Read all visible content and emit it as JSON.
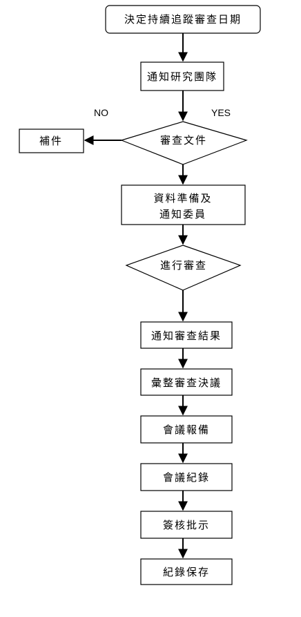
{
  "nodes": {
    "start": "決定持續追蹤審查日期",
    "notify_team": "通知研究團隊",
    "review_docs": "審查文件",
    "supplement": "補件",
    "prepare_line1": "資料準備及",
    "prepare_line2": "通知委員",
    "conduct_review": "進行審查",
    "notify_result": "通知審查結果",
    "compile_resolution": "彙整審查決議",
    "meeting_report": "會議報備",
    "meeting_minutes": "會議紀錄",
    "sign_approve": "簽核批示",
    "archive": "紀錄保存"
  },
  "branches": {
    "no": "NO",
    "yes": "YES"
  }
}
